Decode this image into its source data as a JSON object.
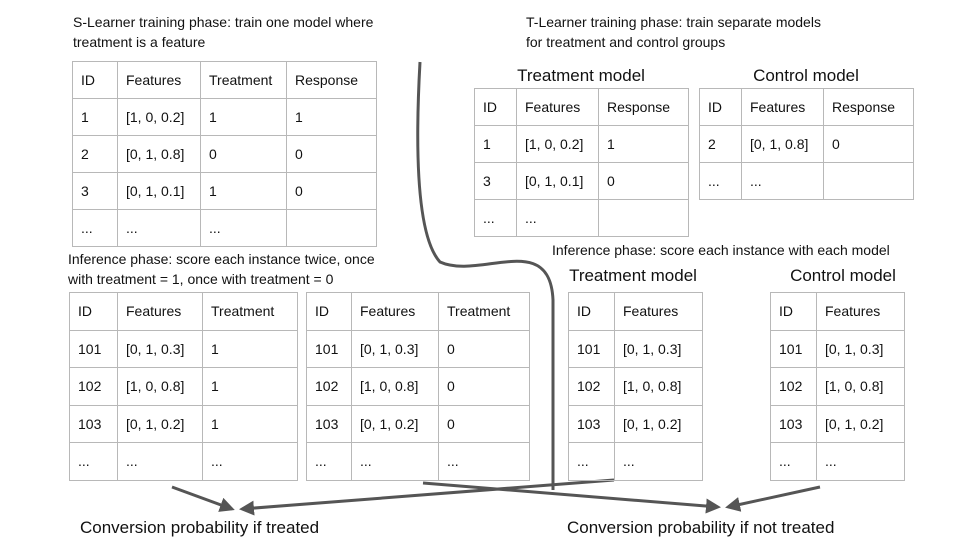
{
  "s_learner": {
    "training_caption": "S-Learner training phase: train one model where\ntreatment is a feature",
    "training_table": {
      "columns": [
        "ID",
        "Features",
        "Treatment",
        "Response"
      ],
      "rows": [
        [
          "1",
          "[1, 0, 0.2]",
          "1",
          "1"
        ],
        [
          "2",
          "[0, 1, 0.8]",
          "0",
          "0"
        ],
        [
          "3",
          "[0, 1, 0.1]",
          "1",
          "0"
        ],
        [
          "...",
          "...",
          "...",
          ""
        ]
      ]
    },
    "inference_caption": "Inference phase: score each instance twice, once\nwith treatment = 1, once with treatment = 0",
    "inference_treated_table": {
      "columns": [
        "ID",
        "Features",
        "Treatment"
      ],
      "rows": [
        [
          "101",
          "[0, 1, 0.3]",
          "1"
        ],
        [
          "102",
          "[1, 0, 0.8]",
          "1"
        ],
        [
          "103",
          "[0, 1, 0.2]",
          "1"
        ],
        [
          "...",
          "...",
          "..."
        ]
      ]
    },
    "inference_control_table": {
      "columns": [
        "ID",
        "Features",
        "Treatment"
      ],
      "rows": [
        [
          "101",
          "[0, 1, 0.3]",
          "0"
        ],
        [
          "102",
          "[1, 0, 0.8]",
          "0"
        ],
        [
          "103",
          "[0, 1, 0.2]",
          "0"
        ],
        [
          "...",
          "...",
          "..."
        ]
      ]
    }
  },
  "t_learner": {
    "training_caption": "T-Learner training phase: train separate models\nfor treatment and control groups",
    "treatment_model_title": "Treatment model",
    "control_model_title": "Control model",
    "treatment_train_table": {
      "columns": [
        "ID",
        "Features",
        "Response"
      ],
      "rows": [
        [
          "1",
          "[1, 0, 0.2]",
          "1"
        ],
        [
          "3",
          "[0, 1, 0.1]",
          "0"
        ],
        [
          "...",
          "...",
          ""
        ]
      ]
    },
    "control_train_table": {
      "columns": [
        "ID",
        "Features",
        "Response"
      ],
      "rows": [
        [
          "2",
          "[0, 1, 0.8]",
          "0"
        ],
        [
          "...",
          "...",
          ""
        ]
      ]
    },
    "inference_caption": "Inference phase: score each instance with each model",
    "inference_treatment_title": "Treatment model",
    "inference_control_title": "Control model",
    "inference_treatment_table": {
      "columns": [
        "ID",
        "Features"
      ],
      "rows": [
        [
          "101",
          "[0, 1, 0.3]"
        ],
        [
          "102",
          "[1, 0, 0.8]"
        ],
        [
          "103",
          "[0, 1, 0.2]"
        ],
        [
          "...",
          "..."
        ]
      ]
    },
    "inference_control_table": {
      "columns": [
        "ID",
        "Features"
      ],
      "rows": [
        [
          "101",
          "[0, 1, 0.3]"
        ],
        [
          "102",
          "[1, 0, 0.8]"
        ],
        [
          "103",
          "[0, 1, 0.2]"
        ],
        [
          "...",
          "..."
        ]
      ]
    }
  },
  "outputs": {
    "treated_label": "Conversion probability if treated",
    "not_treated_label": "Conversion probability if not treated"
  },
  "colors": {
    "arrow": "#555555",
    "divider": "#555555",
    "table_border": "#b8b8b8"
  }
}
